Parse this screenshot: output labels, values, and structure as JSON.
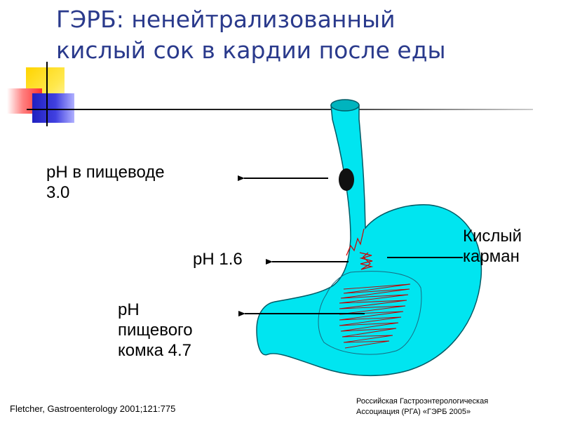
{
  "title": {
    "line1": "ГЭРБ: ненейтрализованный",
    "line2": "кислый сок в кардии после еды"
  },
  "labels": {
    "esophagus_ph": [
      "pH в пищеводе",
      "3.0"
    ],
    "pocket_ph": "pH 1.6",
    "bolus_ph": [
      "pH",
      "пищевого",
      "комка 4.7"
    ],
    "acid_pocket": [
      "Кислый",
      "карман"
    ]
  },
  "citation": "Fletcher, Gastroenterology 2001;121:775",
  "association": [
    "Российская Гастроэнтерологическая",
    "Ассоциация (РГА) «ГЭРБ 2005»"
  ],
  "colors": {
    "title": "#2a3a8c",
    "organ_fill": "#00e5f0",
    "organ_stroke": "#005b66",
    "zigzag": "#d00000",
    "bolus": "#111111"
  }
}
